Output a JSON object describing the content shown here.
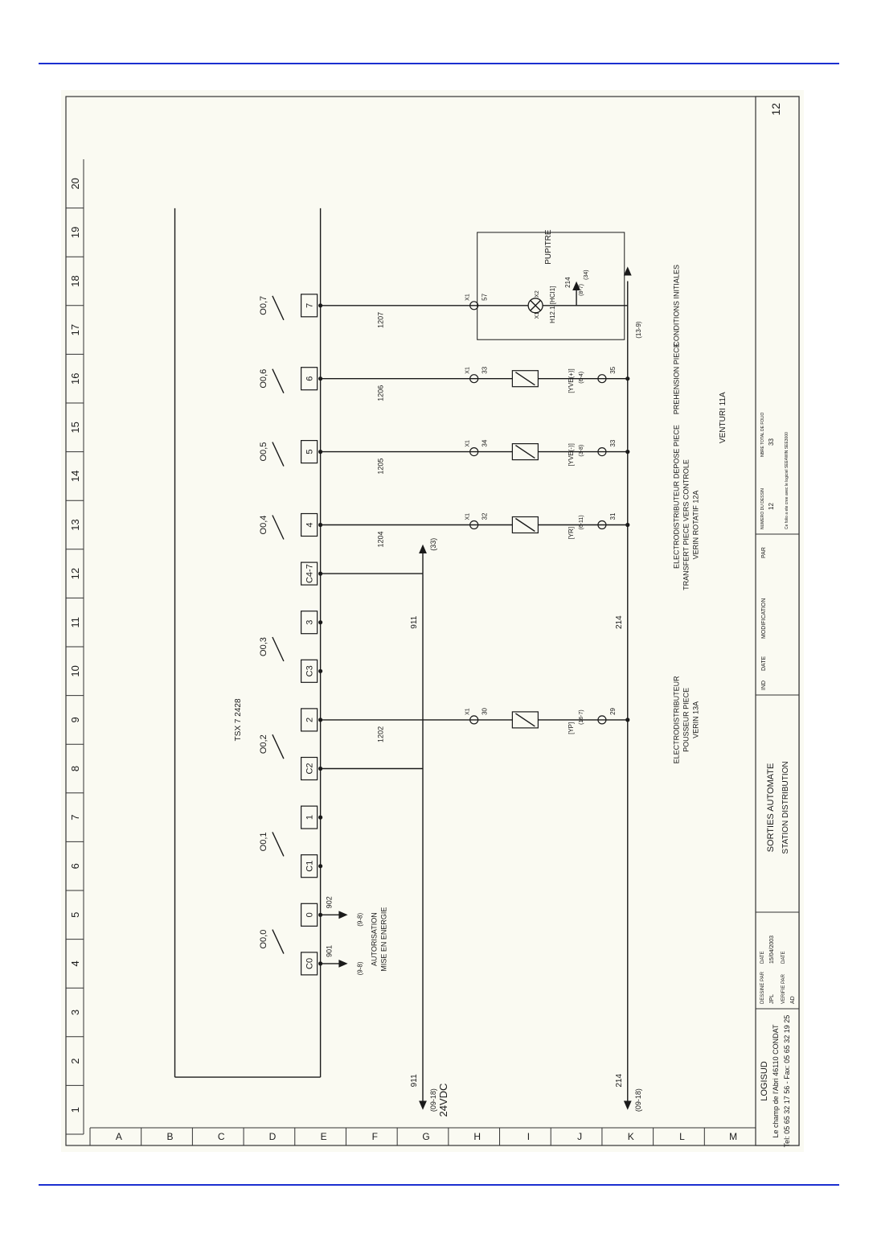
{
  "columns": [
    "1",
    "2",
    "3",
    "4",
    "5",
    "6",
    "7",
    "8",
    "9",
    "10",
    "11",
    "12",
    "13",
    "14",
    "15",
    "16",
    "17",
    "18",
    "19",
    "20"
  ],
  "rows": [
    "A",
    "B",
    "C",
    "D",
    "E",
    "F",
    "G",
    "H",
    "I",
    "J",
    "K",
    "L",
    "M"
  ],
  "plc_module": "TSX 7 2428",
  "outputs": [
    {
      "id": "O0,0",
      "contacts": [
        {
          "term": "C0",
          "wire": "901",
          "ref": "(9-8)"
        },
        {
          "term": "0",
          "wire": "902",
          "ref": "(9-8)"
        }
      ]
    },
    {
      "id": "O0,1",
      "contacts": [
        {
          "term": "C1"
        },
        {
          "term": "1"
        }
      ]
    },
    {
      "id": "O0,2",
      "contacts": [
        {
          "term": "C2"
        },
        {
          "term": "2",
          "wire": "1202"
        }
      ]
    },
    {
      "id": "O0,3",
      "contacts": [
        {
          "term": "C3"
        },
        {
          "term": "3"
        }
      ]
    },
    {
      "id": "O0,4",
      "contacts": [
        {
          "term": "C4-7"
        },
        {
          "term": "4",
          "wire": "1204"
        }
      ]
    },
    {
      "id": "O0,5",
      "contacts": [
        {
          "term": "5",
          "wire": "1205"
        }
      ]
    },
    {
      "id": "O0,6",
      "contacts": [
        {
          "term": "6",
          "wire": "1206"
        }
      ]
    },
    {
      "id": "O0,7",
      "contacts": [
        {
          "term": "7",
          "wire": "1207"
        }
      ]
    }
  ],
  "rails": {
    "supply_wire": "911",
    "supply_label": "24VDC",
    "supply_ref": "(09-18)",
    "supply_up_ref": "(33)",
    "return_wire": "214",
    "return_ref": "(09-18)",
    "return_up_ref": "(13-9)"
  },
  "autorisation_label": [
    "AUTORISATION",
    "MISE EN ENERGIE"
  ],
  "terminal_prefix": "X1",
  "loads": [
    {
      "name": "[YP]",
      "ref": "(16-7)",
      "tb_top": "30",
      "tb_bot": "29",
      "desc": [
        "ELECTRODISTRIBUTEUR",
        "POUSSEUR PIECE",
        "VERIN 13A"
      ]
    },
    {
      "name": "[YR]",
      "ref": "(6-11)",
      "tb_top": "32",
      "tb_bot": "31",
      "desc": [
        "ELECTRODISTRIBUTEUR",
        "TRANSFERT PIECE VERS CONTROLE",
        "VERIN ROTATIF 12A"
      ]
    },
    {
      "name": "[YVE(-)]",
      "ref": "(3-8)",
      "tb_top": "34",
      "tb_bot": "33",
      "desc": [
        "DEPOSE PIECE"
      ]
    },
    {
      "name": "[YVE(+)]",
      "ref": "(6-4)",
      "tb_top": "33",
      "tb_bot": "35",
      "desc": [
        "PREHENSION PIECE"
      ]
    },
    {
      "name": "H12.1 [HCI1]",
      "ref": "(8-7)",
      "tb_top": "57",
      "tb_bot": "",
      "desc": [
        "CONDITIONS INITIALES"
      ]
    }
  ],
  "venturi_label": "VENTURI 11A",
  "pupitre_label": "PUPITRE",
  "lamp_x1": "X1",
  "lamp_x2": "X2",
  "lamp_up_wire": "214",
  "lamp_up_ref": "(34)",
  "title_block": {
    "company": "LOGISUD",
    "address": "Le champ de l'Abri     46110 CONDAT",
    "phone": "Tel: 05 65 32 17 56  -  Fax: 05 65 32 19 25",
    "drawn_by_label": "DESSINE PAR",
    "drawn_by": "JPL",
    "checked_by_label": "VERIFIE PAR",
    "checked_by": "AD",
    "date_label": "DATE",
    "date": "15/04/2003",
    "date2_label": "DATE",
    "title_line1": "SORTIES  AUTOMATE",
    "title_line2": "STATION DISTRIBUTION",
    "ind_label": "IND",
    "date3_label": "DATE",
    "mod_label": "MODIFICATION",
    "par_label": "PAR",
    "folio_label": "NUMERO DU DESSIN",
    "folio": "12",
    "total_label": "NBRE TOTAL DE FOLIO",
    "total": "33",
    "software_note": "Ce folio a ete cree avec le logiciel SEE4WIN SEE3000",
    "page": "12"
  }
}
